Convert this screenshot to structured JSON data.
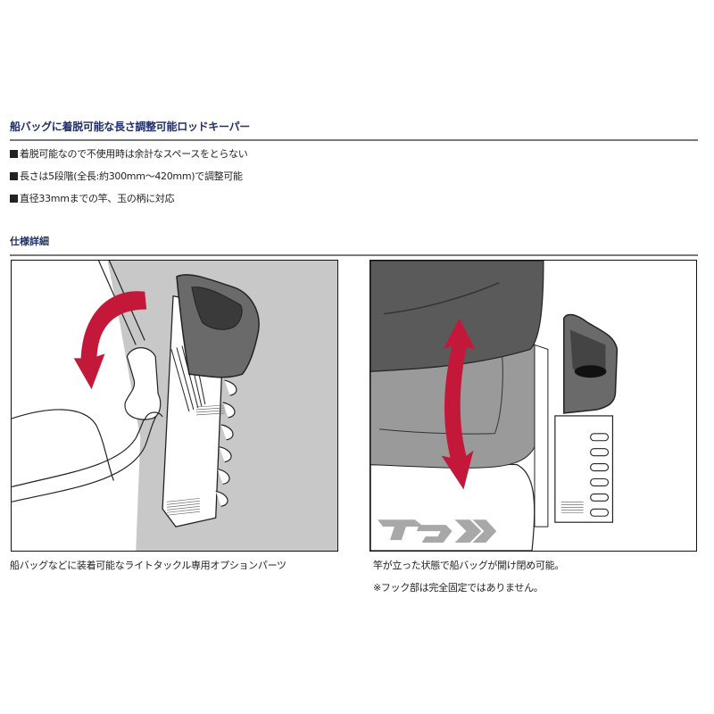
{
  "product": {
    "title": "船バッグに着脱可能な長さ調整可能ロッドキーパー",
    "features": [
      "着脱可能なので不使用時は余計なスペースをとらない",
      "長さは5段階(全長:約300mm～420mm)で調整可能",
      "直径33mmまでの竿、玉の柄に対応"
    ]
  },
  "specs": {
    "title": "仕様詳細",
    "figures": [
      {
        "caption": "船バッグなどに装着可能なライトタックル専用オプションパーツ",
        "note": "",
        "illustration": "rod-keeper-attaching-to-bag-handle",
        "arrow": "curved-down-arrow"
      },
      {
        "caption": "竿が立った状態で船バッグが開け閉め可能。",
        "note": "※フック部は完全固定ではありません。",
        "illustration": "rod-keeper-mounted-on-bag-lid-open-close",
        "arrow": "double-vertical-arrow",
        "logo": "daiwa-logo"
      }
    ]
  },
  "colors": {
    "title_text": "#1f2f6b",
    "arrow_red": "#c4183a",
    "keeper_gray": "#6a6a6a",
    "background_gray": "#c8c8c8",
    "lid_dark": "#5a5a5a"
  }
}
